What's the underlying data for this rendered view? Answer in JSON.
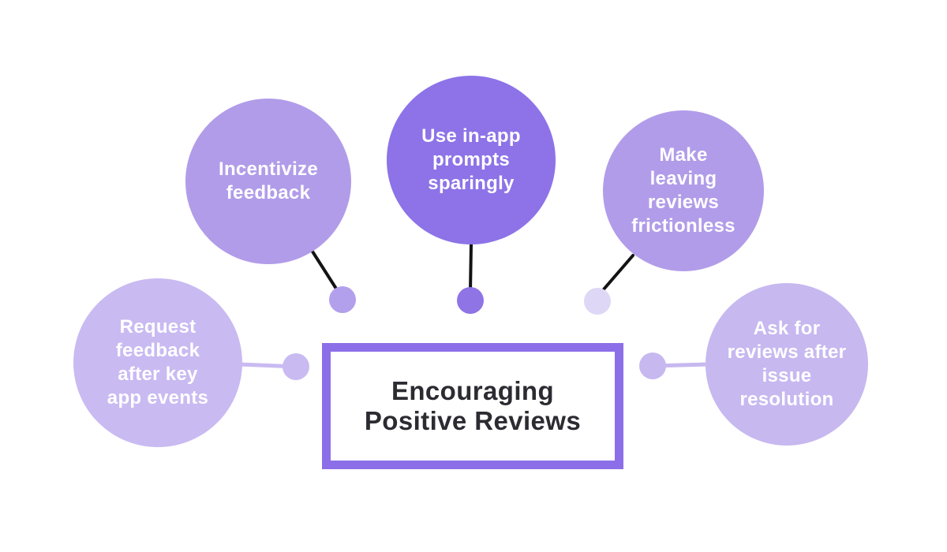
{
  "title": {
    "text": "Encouraging Positive Reviews",
    "lines": [
      "Encouraging",
      "Positive Reviews"
    ]
  },
  "nodes": [
    {
      "id": "incentivize-feedback",
      "label": "Incentivize feedback",
      "lines": [
        "Incentivize",
        "feedback"
      ],
      "color": "#b19ce9"
    },
    {
      "id": "use-in-app-prompts-sparingly",
      "label": "Use in-app prompts sparingly",
      "lines": [
        "Use in-app",
        "prompts",
        "sparingly"
      ],
      "color": "#8d73e7"
    },
    {
      "id": "make-leaving-reviews-frictionless",
      "label": "Make leaving reviews frictionless",
      "lines": [
        "Make",
        "leaving",
        "reviews",
        "frictionless"
      ],
      "color": "#b19ce9"
    },
    {
      "id": "request-feedback-after-key-app-events",
      "label": "Request feedback after key app events",
      "lines": [
        "Request",
        "feedback",
        "after key",
        "app events"
      ],
      "color": "#c9baf2"
    },
    {
      "id": "ask-for-reviews-after-issue-resolution",
      "label": "Ask for reviews after issue resolution",
      "lines": [
        "Ask for",
        "reviews after",
        "issue",
        "resolution"
      ],
      "color": "#c7b8f0"
    }
  ],
  "colors": {
    "background": "#ffffff",
    "box_border": "#8c6fe8",
    "title_text": "#2d2b32",
    "node_text": "#ffffff",
    "connector_black": "#131313",
    "connector_left": "#c9baf2",
    "connector_right": "#c7b8f0",
    "dot_top_left": "#b3a0ec",
    "dot_top_center": "#8f74e6",
    "dot_top_right": "#ded7f6",
    "dot_mid_left": "#c9baf2",
    "dot_mid_right": "#c7b8f0"
  }
}
